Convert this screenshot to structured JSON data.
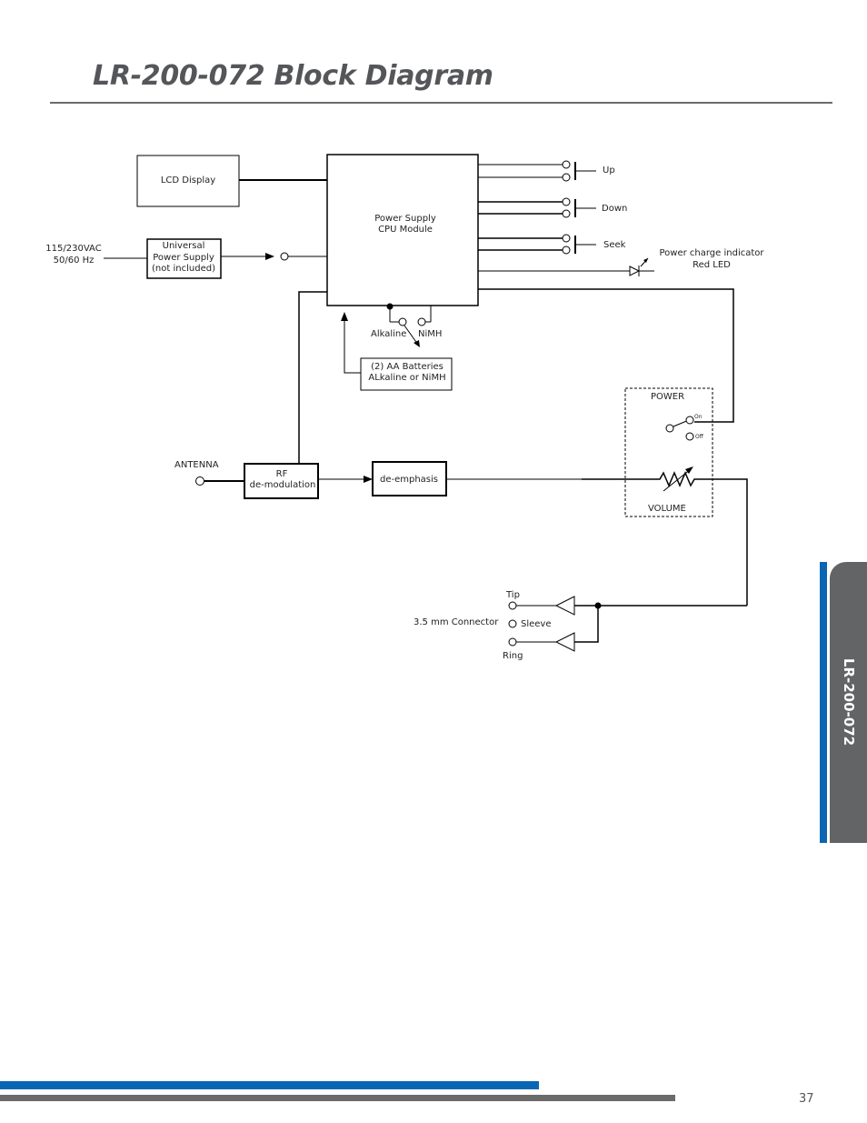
{
  "page": {
    "title": "LR-200-072 Block Diagram",
    "side_tab_label": "LR-200-072",
    "page_number": "37"
  },
  "diagram": {
    "lcd_display": "LCD Display",
    "cpu_line1": "Power Supply",
    "cpu_line2": "CPU Module",
    "input_line1": "115/230VAC",
    "input_line2": "50/60 Hz",
    "psu_line1": "Universal",
    "psu_line2": "Power Supply",
    "psu_line3": "(not included)",
    "btn_up": "Up",
    "btn_down": "Down",
    "btn_seek": "Seek",
    "led_line1": "Power charge indicator",
    "led_line2": "Red LED",
    "alkaline": "Alkaline",
    "nimh": "NiMH",
    "battery_line1": "(2) AA Batteries",
    "battery_line2": "ALkaline or NiMH",
    "power_label": "POWER",
    "power_on": "On",
    "power_off": "Off",
    "volume_label": "VOLUME",
    "antenna": "ANTENNA",
    "rf_line1": "RF",
    "rf_line2": "de-modulation",
    "deemphasis": "de-emphasis",
    "tip": "Tip",
    "sleeve": "Sleeve",
    "ring": "Ring",
    "connector": "3.5 mm Connector"
  }
}
